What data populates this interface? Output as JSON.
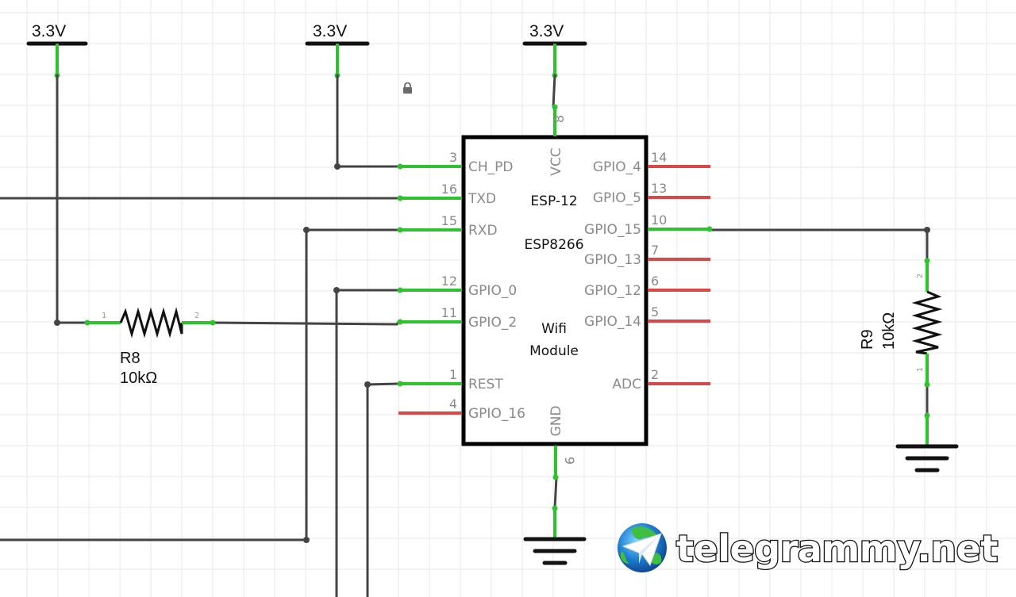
{
  "schematic": {
    "power_rails": [
      {
        "id": "rail-1",
        "label": "3.3V"
      },
      {
        "id": "rail-2",
        "label": "3.3V"
      },
      {
        "id": "rail-3",
        "label": "3.3V"
      }
    ],
    "module": {
      "title_line1": "ESP-12",
      "title_line2": "ESP8266",
      "desc_line1": "Wifi",
      "desc_line2": "Module",
      "left_pins": [
        {
          "name": "CH_PD",
          "number": "3",
          "connected": true
        },
        {
          "name": "TXD",
          "number": "16",
          "connected": true
        },
        {
          "name": "RXD",
          "number": "15",
          "connected": true
        },
        {
          "name": "GPIO_0",
          "number": "12",
          "connected": true
        },
        {
          "name": "GPIO_2",
          "number": "11",
          "connected": true
        },
        {
          "name": "REST",
          "number": "1",
          "connected": true
        },
        {
          "name": "GPIO_16",
          "number": "4",
          "connected": false
        }
      ],
      "right_pins": [
        {
          "name": "GPIO_4",
          "number": "14",
          "connected": false
        },
        {
          "name": "GPIO_5",
          "number": "13",
          "connected": false
        },
        {
          "name": "GPIO_15",
          "number": "10",
          "connected": true
        },
        {
          "name": "GPIO_13",
          "number": "7",
          "connected": false
        },
        {
          "name": "GPIO_12",
          "number": "6",
          "connected": false
        },
        {
          "name": "GPIO_14",
          "number": "5",
          "connected": false
        },
        {
          "name": "ADC",
          "number": "2",
          "connected": false
        }
      ],
      "top_pin": {
        "name": "VCC",
        "number": "8"
      },
      "bottom_pin": {
        "name": "GND",
        "number": "9"
      }
    },
    "resistors": [
      {
        "ref": "R8",
        "value": "10kΩ",
        "pin1": "1",
        "pin2": "2"
      },
      {
        "ref": "R9",
        "value": "10kΩ",
        "pin1": "1",
        "pin2": "2"
      }
    ],
    "colors": {
      "connected_pin": "#2ec22e",
      "unconnected_pin": "#d94848",
      "wire": "#444444"
    }
  },
  "watermark": {
    "text": "telegrammy.net",
    "icon": "telegram-globe-icon"
  }
}
